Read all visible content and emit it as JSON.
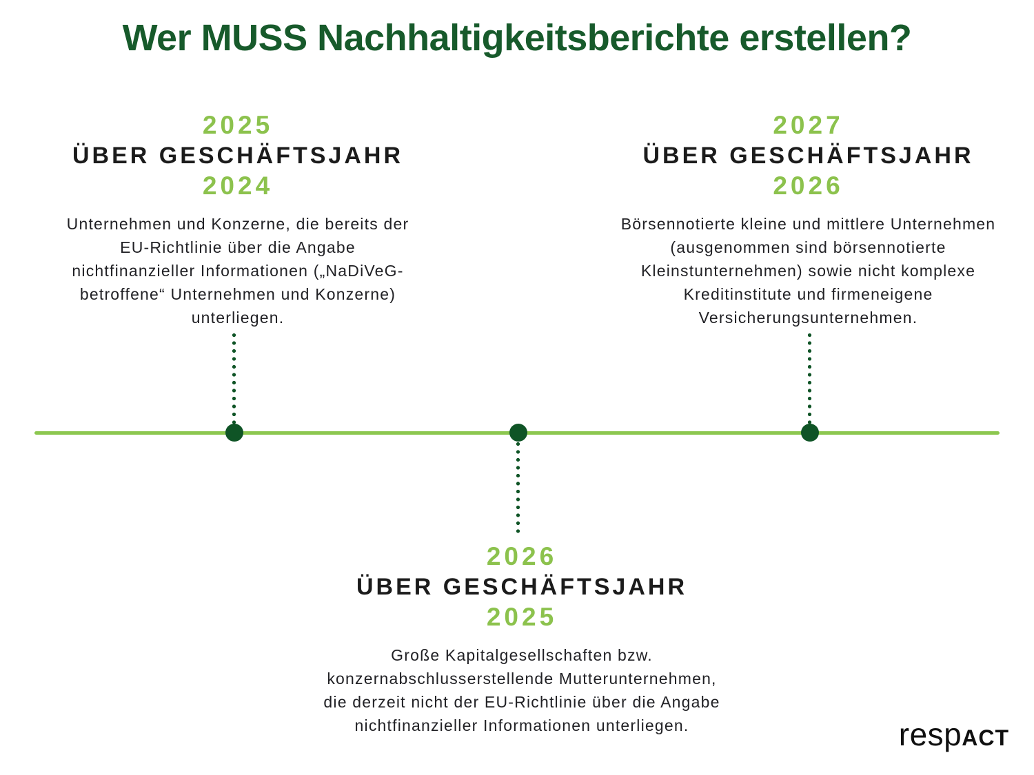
{
  "title": "Wer MUSS Nachhaltigkeitsberichte erstellen?",
  "colors": {
    "title_green": "#175a2b",
    "dot_green": "#0f5426",
    "line_green": "#8cc74f",
    "year_green": "#8cc24d",
    "text_dark": "#212125"
  },
  "timeline": {
    "milestones": [
      {
        "report_year": "2025",
        "label": "ÜBER GESCHÄFTSJAHR",
        "fiscal_year": "2024",
        "description": "Unternehmen und Konzerne, die bereits der EU-Richtlinie über die Angabe nichtfinanzieller Informationen („NaDiVeG-betroffene“ Unternehmen und Konzerne) unterliegen.",
        "placement": "above-line-left"
      },
      {
        "report_year": "2026",
        "label": "ÜBER GESCHÄFTSJAHR",
        "fiscal_year": "2025",
        "description": "Große Kapitalgesellschaften bzw. konzernabschlusserstellende Mutterunternehmen, die derzeit nicht der EU-Richtlinie über die Angabe nichtfinanzieller Informationen unterliegen.",
        "placement": "below-line-center"
      },
      {
        "report_year": "2027",
        "label": "ÜBER GESCHÄFTSJAHR",
        "fiscal_year": "2026",
        "description": "Börsennotierte kleine und mittlere Unternehmen (ausgenommen sind börsennotierte Kleinstunternehmen) sowie nicht komplexe Kreditinstitute und firmeneigene Versicherungsunternehmen.",
        "placement": "above-line-right"
      }
    ]
  },
  "logo": {
    "prefix": "resp",
    "suffix": "ACT"
  }
}
